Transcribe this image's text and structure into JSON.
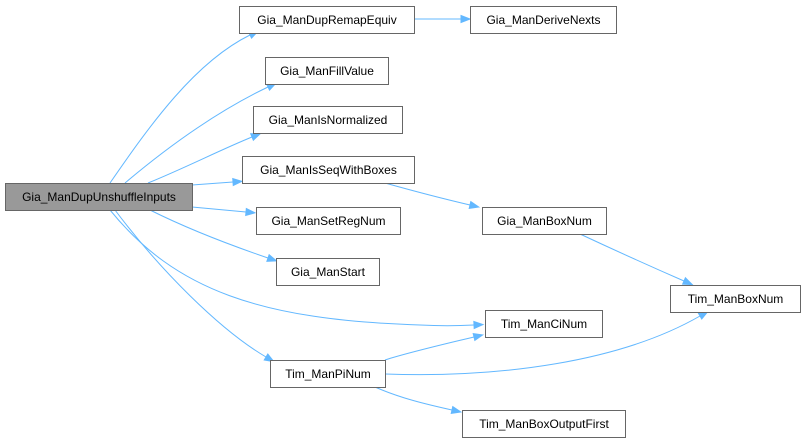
{
  "graph": {
    "nodes": [
      {
        "id": "root",
        "label": "Gia_ManDupUnshuffleInputs",
        "root": true
      },
      {
        "id": "remap",
        "label": "Gia_ManDupRemapEquiv"
      },
      {
        "id": "derive",
        "label": "Gia_ManDeriveNexts"
      },
      {
        "id": "fill",
        "label": "Gia_ManFillValue"
      },
      {
        "id": "isnorm",
        "label": "Gia_ManIsNormalized"
      },
      {
        "id": "isseq",
        "label": "Gia_ManIsSeqWithBoxes"
      },
      {
        "id": "setreg",
        "label": "Gia_ManSetRegNum"
      },
      {
        "id": "start",
        "label": "Gia_ManStart"
      },
      {
        "id": "giabox",
        "label": "Gia_ManBoxNum"
      },
      {
        "id": "timbox",
        "label": "Tim_ManBoxNum"
      },
      {
        "id": "timci",
        "label": "Tim_ManCiNum"
      },
      {
        "id": "timpi",
        "label": "Tim_ManPiNum"
      },
      {
        "id": "timout",
        "label": "Tim_ManBoxOutputFirst"
      }
    ],
    "edges": [
      {
        "from": "root",
        "to": "remap"
      },
      {
        "from": "remap",
        "to": "derive"
      },
      {
        "from": "root",
        "to": "fill"
      },
      {
        "from": "root",
        "to": "isnorm"
      },
      {
        "from": "root",
        "to": "isseq"
      },
      {
        "from": "isseq",
        "to": "giabox"
      },
      {
        "from": "giabox",
        "to": "timbox"
      },
      {
        "from": "root",
        "to": "setreg"
      },
      {
        "from": "root",
        "to": "start"
      },
      {
        "from": "root",
        "to": "timci"
      },
      {
        "from": "root",
        "to": "timpi"
      },
      {
        "from": "timpi",
        "to": "timci"
      },
      {
        "from": "timpi",
        "to": "timbox"
      },
      {
        "from": "timpi",
        "to": "timout"
      }
    ],
    "colors": {
      "edge": "#63b8ff",
      "node_border": "#666666",
      "root_fill": "#999999",
      "node_fill": "#ffffff"
    }
  }
}
